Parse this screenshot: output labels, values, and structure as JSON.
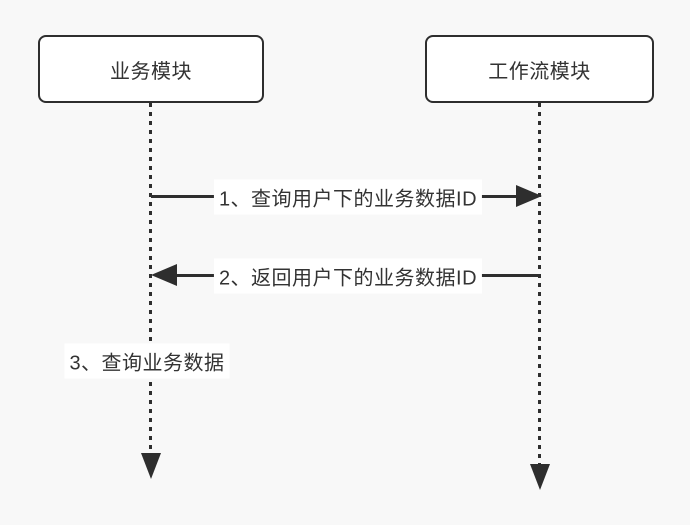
{
  "diagram": {
    "type": "sequence-diagram",
    "participants": [
      {
        "id": "business",
        "label": "业务模块"
      },
      {
        "id": "workflow",
        "label": "工作流模块"
      }
    ],
    "messages": [
      {
        "label": "1、查询用户下的业务数据ID",
        "from": "业务模块",
        "to": "工作流模块",
        "direction": "right",
        "line": "solid"
      },
      {
        "label": "2、返回用户下的业务数据ID",
        "from": "工作流模块",
        "to": "业务模块",
        "direction": "left",
        "line": "solid"
      },
      {
        "label": "3、查询业务数据",
        "from": "业务模块",
        "to": "业务模块",
        "direction": "self"
      }
    ],
    "colors": {
      "background": "#f8f8f8",
      "stroke": "#2e2e2e",
      "participant_fill": "#ffffff",
      "label_background": "#ffffff",
      "text": "#333333"
    }
  }
}
